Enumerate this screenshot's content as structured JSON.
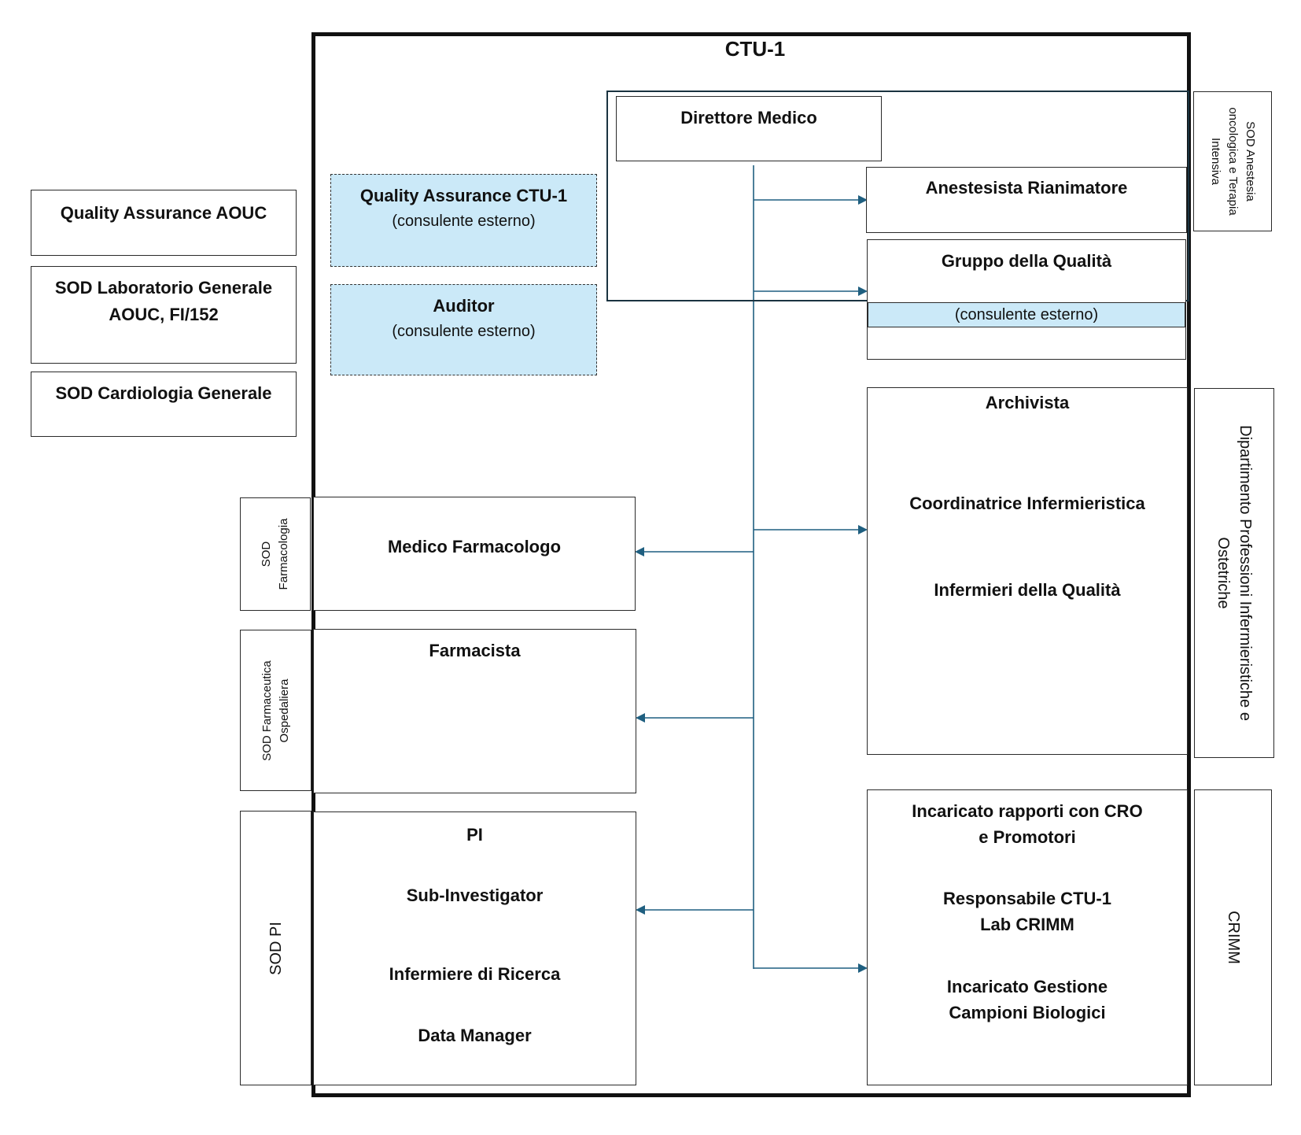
{
  "ctu_title": "CTU-1",
  "left_boxes": {
    "qa_aouc": "Quality Assurance AOUC",
    "lab_line1": "SOD Laboratorio Generale",
    "lab_line2": "AOUC, FI/152",
    "cardiologia": "SOD Cardiologia Generale"
  },
  "consultants": {
    "qa_ctu": "Quality Assurance CTU-1",
    "qa_ctu_note": "(consulente esterno)",
    "auditor": "Auditor",
    "auditor_note": "(consulente esterno)"
  },
  "direttore": "Direttore Medico",
  "anestesista": "Anestesista Rianimatore",
  "gruppo_qualita": "Gruppo della Qualità",
  "gruppo_note": "(consulente esterno)",
  "archivista_box": {
    "archivista": "Archivista",
    "coordinatrice": "Coordinatrice Infermieristica",
    "infermieri": "Infermieri della Qualità"
  },
  "crimm_box": {
    "cro_line1": "Incaricato rapporti con CRO",
    "cro_line2": "e Promotori",
    "resp_line1": "Responsabile CTU-1",
    "resp_line2": "Lab CRIMM",
    "gest_line1": "Incaricato Gestione",
    "gest_line2": "Campioni Biologici"
  },
  "medico_farmacologo": "Medico Farmacologo",
  "farmacista": "Farmacista",
  "pi_box": {
    "pi": "PI",
    "sub": "Sub-Investigator",
    "infermiere": "Infermiere di Ricerca",
    "data_manager": "Data Manager"
  },
  "side_labels": {
    "anestesia_l1": "SOD Anestesia",
    "anestesia_l2": "oncologica e Terapia",
    "anestesia_l3": "Intensiva",
    "dipartimento_l1": "Dipartimento Professioni Infermieristiche e",
    "dipartimento_l2": "Ostetriche",
    "crimm": "CRIMM",
    "farmacologia_l1": "SOD",
    "farmacologia_l2": "Farmacologia",
    "farmaceutica_l1": "SOD Farmaceutica",
    "farmaceutica_l2": "Ospedaliera",
    "sod_pi": "SOD PI"
  },
  "colors": {
    "connector": "#1f5f80",
    "consultant_fill": "#cbe9f8",
    "border": "#2a2a2a",
    "ctu_frame": "#111111",
    "group_frame": "#1a3340"
  }
}
